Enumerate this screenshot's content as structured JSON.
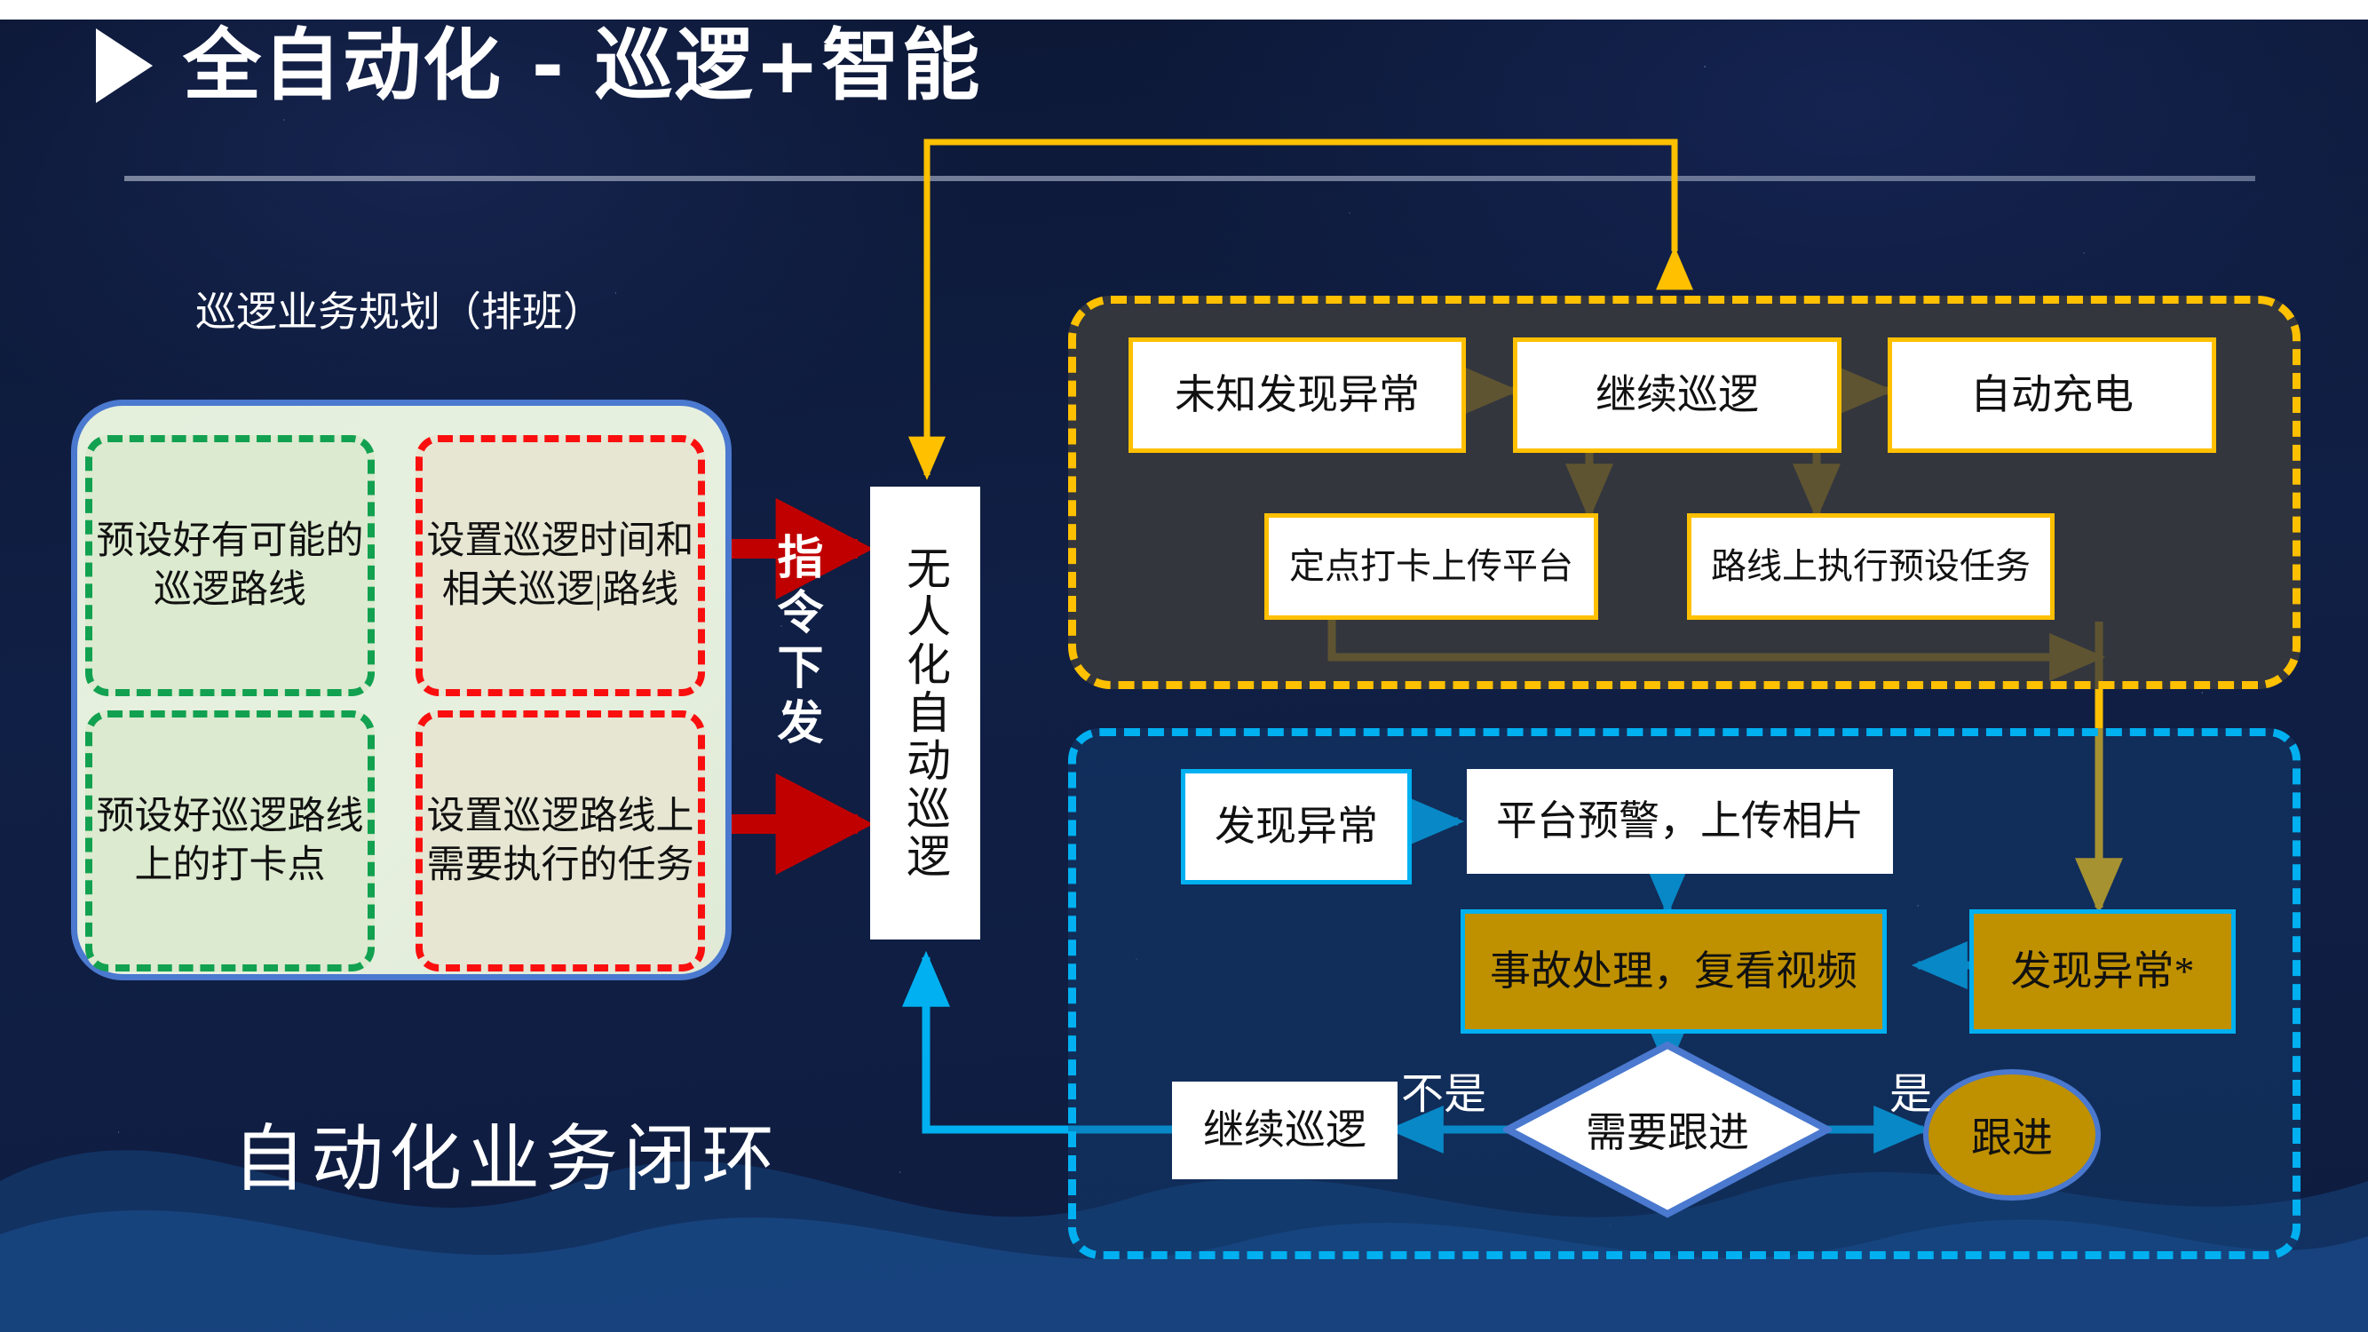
{
  "header": {
    "title": "全自动化 - 巡逻+智能",
    "marker_icon": "play-triangle-icon"
  },
  "left_section": {
    "label": "巡逻业务规划（排班）",
    "green_boxes": [
      {
        "text": "预设好有可能的巡逻路线"
      },
      {
        "text": "预设好巡逻路线上的打卡点"
      }
    ],
    "red_boxes": [
      {
        "text": "设置巡逻时间和相关巡逻|路线"
      },
      {
        "text": "设置巡逻路线上需要执行的任务"
      }
    ]
  },
  "center": {
    "command_label": "指令下发",
    "main_box": "无人化自动巡逻"
  },
  "patrol_region": {
    "nodes": [
      {
        "id": "unknown-anomaly",
        "text": "未知发现异常"
      },
      {
        "id": "continue-patrol",
        "text": "继续巡逻"
      },
      {
        "id": "auto-charge",
        "text": "自动充电"
      },
      {
        "id": "checkin-upload",
        "text": "定点打卡上传平台"
      },
      {
        "id": "route-preset-task",
        "text": "路线上执行预设任务"
      }
    ]
  },
  "alarm_region": {
    "nodes": [
      {
        "id": "found-anomaly",
        "text": "发现异常"
      },
      {
        "id": "platform-alert",
        "text": "平台预警，上传相片"
      },
      {
        "id": "incident-handling",
        "text": "事故处理，复看视频"
      },
      {
        "id": "found-anomaly-star",
        "text": "发现异常*"
      },
      {
        "id": "continue-patrol-2",
        "text": "继续巡逻"
      },
      {
        "id": "need-followup",
        "text": "需要跟进"
      },
      {
        "id": "followup",
        "text": "跟进"
      }
    ],
    "edge_labels": {
      "no": "不是",
      "yes": "是"
    }
  },
  "footer": {
    "slogan": "自动化业务闭环"
  },
  "colors": {
    "background_dark": "#0e1c3f",
    "title_white": "#ffffff",
    "green_dash": "#12a150",
    "red_dash": "#fa0f0f",
    "yellow": "#ffc000",
    "cyan": "#00b0f0",
    "gold": "#bf9000",
    "red_arrow": "#c00000",
    "panel_blue_border": "#4a79cf"
  }
}
